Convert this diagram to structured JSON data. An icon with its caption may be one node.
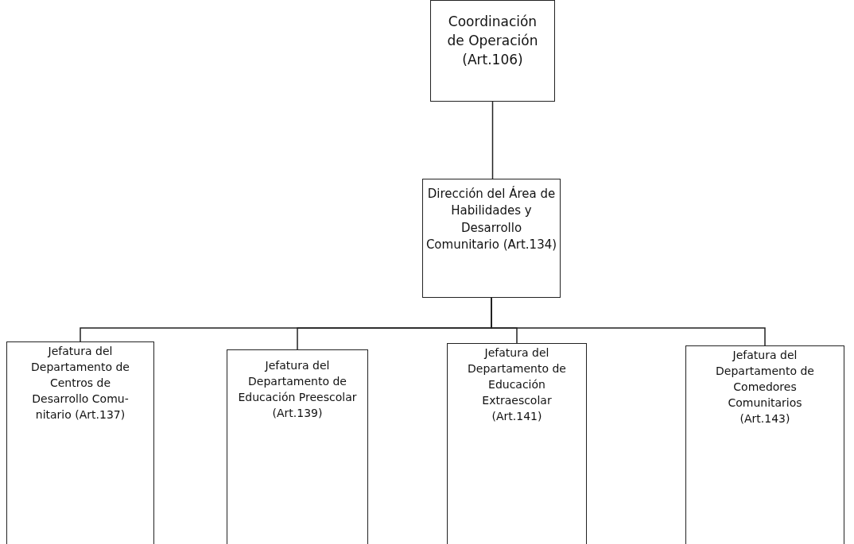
{
  "diagram": {
    "nodes": [
      {
        "text": [
          "Coordinación de Operación (Art.106)"
        ]
      },
      {
        "text": [
          "Dirección del Área de Habilidades y Desarrollo Comunitario (Art.134)"
        ]
      },
      {
        "text": [
          "Jefatura del Departamento de Centros de Desarrollo Comu- nitario (Art.137)"
        ]
      },
      {
        "text": [
          "Jefatura del Departamento de Educación Preescolar (Art.139)"
        ]
      },
      {
        "text": [
          "Jefatura del Departamento de Educación Extraescolar (Art.141)"
        ]
      },
      {
        "text": [
          "Jefatura del Departamento de Comedores Comunitarios (Art.143)"
        ]
      }
    ],
    "edges": [
      {
        "from": 0,
        "to": 1,
        "arrow": "none"
      },
      {
        "from": 1,
        "to": 2,
        "arrow": "none"
      },
      {
        "from": 1,
        "to": 3,
        "arrow": "none"
      },
      {
        "from": 1,
        "to": 4,
        "arrow": "none"
      },
      {
        "from": 1,
        "to": 5,
        "arrow": "none"
      }
    ]
  }
}
